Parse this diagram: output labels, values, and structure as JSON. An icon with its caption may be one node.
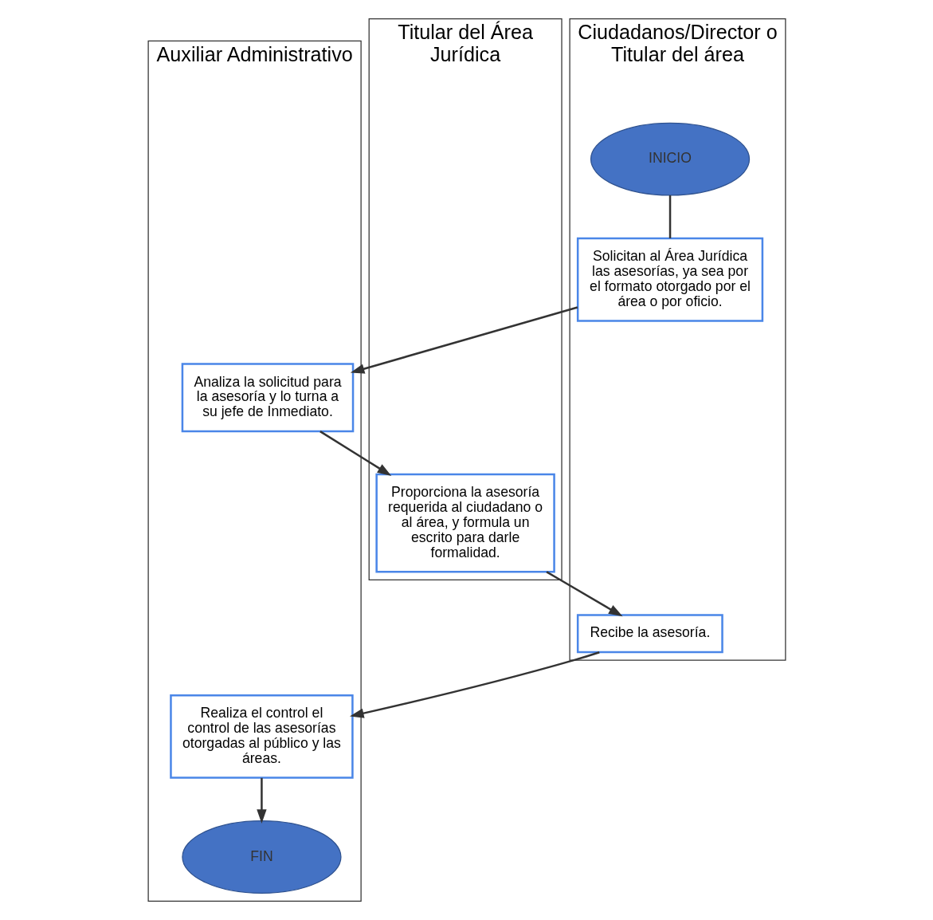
{
  "diagram": {
    "nodes": [
      {
        "text": [
          "Ciudadanos/Director o Titular del área"
        ]
      },
      {
        "text": [
          "Auxiliar Administrativo"
        ]
      },
      {
        "text": [
          "Titular del Área Jurídica"
        ]
      },
      {
        "text": [
          "INICIO"
        ],
        "in": 0
      },
      {
        "text": [
          "Solicitan al Área Jurídica las asesorías, ya sea por el formato otorgado por el área o por oficio."
        ],
        "in": 0
      },
      {
        "text": [
          "Analiza la solicitud para la asesoría y lo turna a su jefe de Inmediato."
        ],
        "in": 1
      },
      {
        "text": [
          "Proporciona la asesoría requerida al ciudadano o al área, y formula un escrito para darle formalidad."
        ],
        "in": 2
      },
      {
        "text": [
          "Recibe la asesoría."
        ],
        "in": 0
      },
      {
        "text": [
          "Realiza el control el control de las asesorías otorgadas al público y las áreas."
        ],
        "in": 1
      },
      {
        "text": [
          "FIN"
        ],
        "in": 1
      }
    ],
    "edges": [
      {
        "from": 3,
        "to": 4,
        "arrow": "none"
      },
      {
        "from": 4,
        "to": 5,
        "arrow": "to"
      },
      {
        "from": 5,
        "to": 6,
        "arrow": "to"
      },
      {
        "from": 6,
        "to": 7,
        "arrow": "to"
      },
      {
        "from": 7,
        "to": 8,
        "arrow": "to"
      },
      {
        "from": 8,
        "to": 9,
        "arrow": "to"
      }
    ]
  }
}
